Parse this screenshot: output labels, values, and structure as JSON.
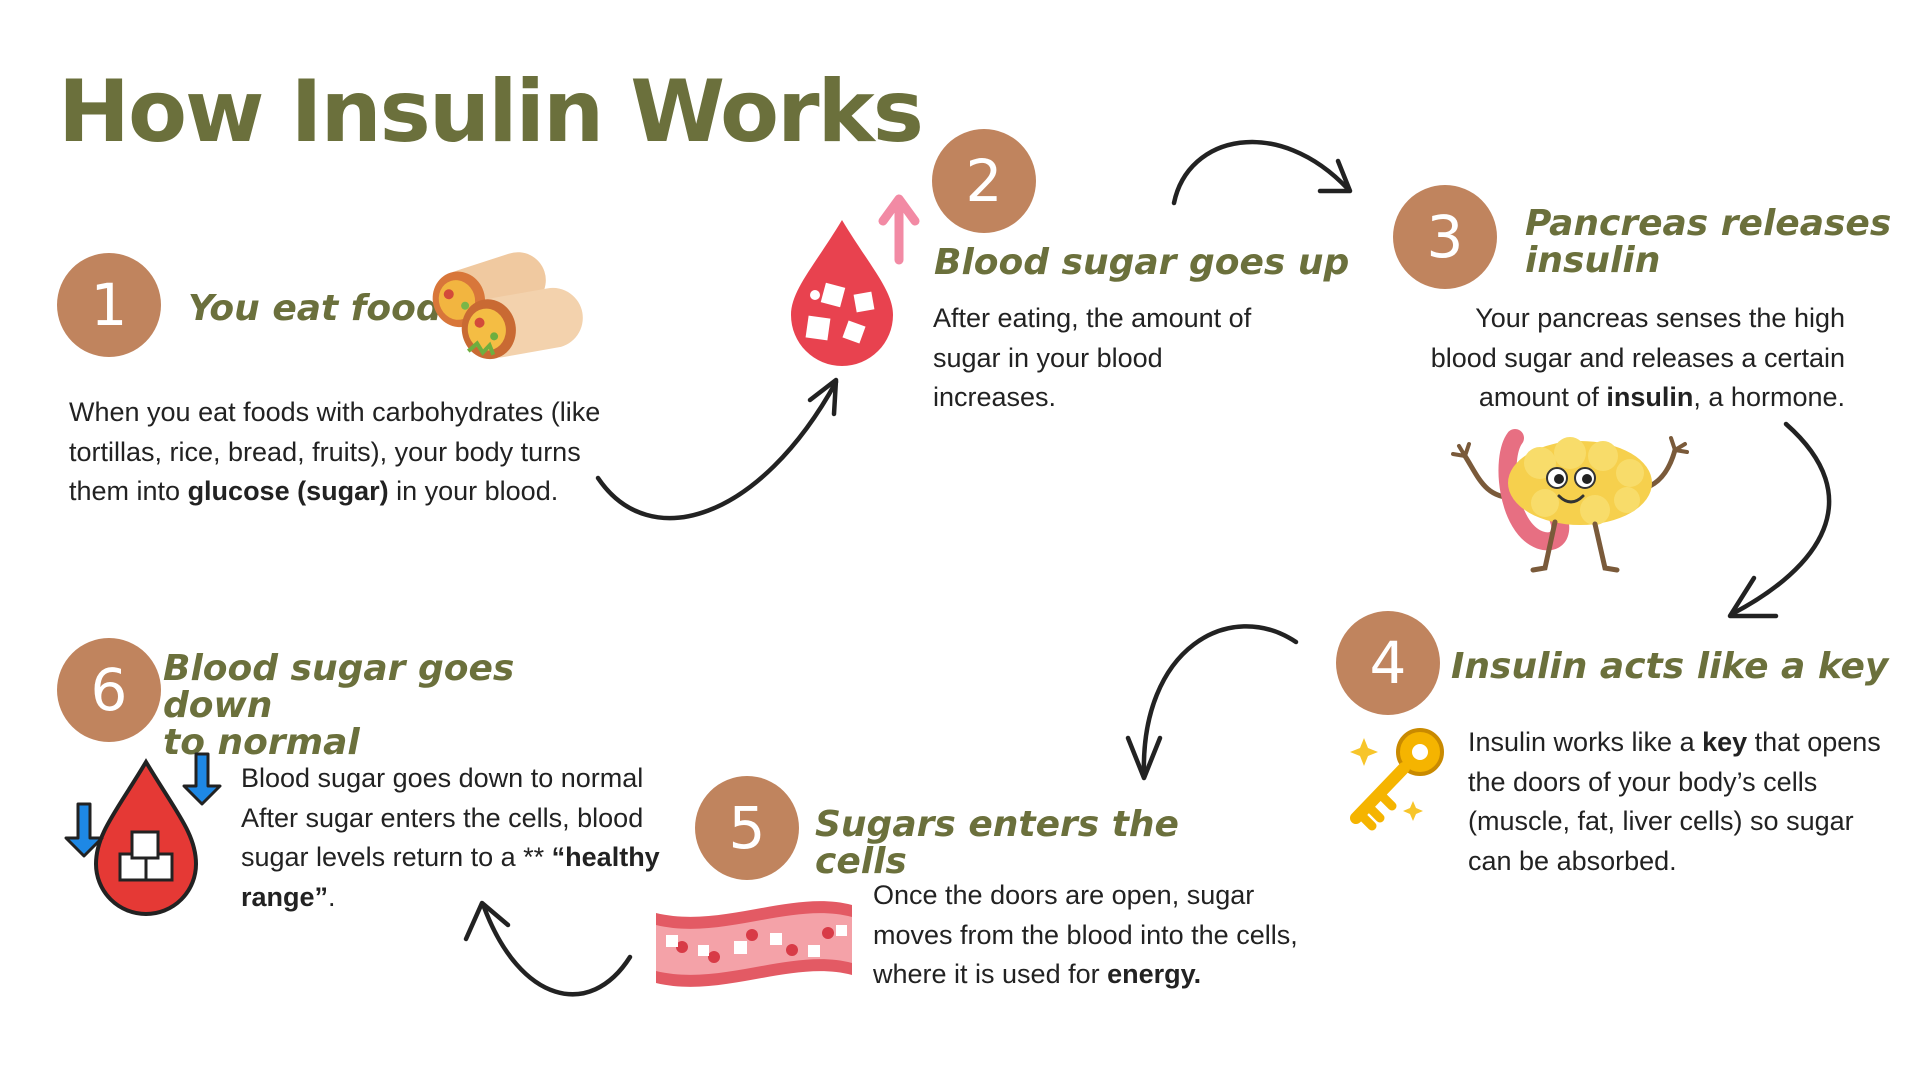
{
  "title": "How Insulin Works",
  "colors": {
    "olive": "#6b703c",
    "badge": "#c0845e",
    "drop_red": "#e8424f",
    "arrow_pink": "#f28aa4",
    "blue_arrow": "#1e88e5",
    "vessel": "#e35a64"
  },
  "steps": [
    {
      "number": "1",
      "heading": "You eat food",
      "body_parts": [
        "When you eat foods with carbohydrates (like tortillas, rice, bread, fruits), your body turns them into ",
        "glucose (sugar)",
        " in your blood."
      ],
      "icon": "burrito-icon"
    },
    {
      "number": "2",
      "heading": "Blood sugar goes up",
      "body": "After eating, the amount of sugar in your blood increases.",
      "icon": "blood-drop-sugar-up-icon"
    },
    {
      "number": "3",
      "heading_line1": "Pancreas releases",
      "heading_line2": "insulin",
      "body_parts": [
        "Your pancreas senses the high blood sugar and releases a certain amount of ",
        "insulin",
        ", a hormone."
      ],
      "icon": "pancreas-character-icon"
    },
    {
      "number": "4",
      "heading": "Insulin acts like a key",
      "body_parts": [
        "Insulin works like a ",
        "key",
        " that opens the doors of your body’s cells (muscle, fat, liver cells) so sugar can be absorbed."
      ],
      "icon": "golden-key-icon"
    },
    {
      "number": "5",
      "heading": "Sugars enters the cells",
      "body_parts": [
        "Once the doors are open, sugar moves from the blood into the cells, where it is used for ",
        "energy."
      ],
      "icon": "blood-vessel-icon"
    },
    {
      "number": "6",
      "heading_line1": "Blood sugar goes down",
      "heading_line2": "to normal",
      "body_parts": [
        "Blood sugar goes down to normal After sugar enters the cells, blood sugar levels return to a ** ",
        "“healthy range”",
        "."
      ],
      "icon": "blood-drop-sugar-down-icon"
    }
  ]
}
